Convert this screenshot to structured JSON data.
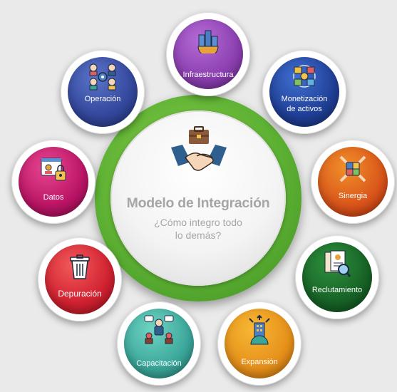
{
  "center": {
    "title": "Modelo de Integración",
    "subtitle_line1": "¿Cómo integro todo",
    "subtitle_line2": "lo demás?",
    "icon": "handshake-briefcase-icon",
    "ring_color": "#5db133"
  },
  "nodes": [
    {
      "id": "infraestructura",
      "label": "Infraestructura",
      "icon": "city-gear-icon",
      "color": "#8b3fb0"
    },
    {
      "id": "monetizacion",
      "label_line1": "Monetización",
      "label_line2": "de activos",
      "icon": "assets-money-icon",
      "color": "#1f3f96"
    },
    {
      "id": "sinergia",
      "label": "Sinergia",
      "icon": "puzzle-hands-icon",
      "color": "#d9541a"
    },
    {
      "id": "reclutamiento",
      "label": "Reclutamiento",
      "icon": "resume-magnifier-icon",
      "color": "#176326"
    },
    {
      "id": "expansion",
      "label": "Expansión",
      "icon": "building-globe-icon",
      "color": "#e6901a"
    },
    {
      "id": "capacitacion",
      "label": "Capacitación",
      "icon": "presenter-audience-icon",
      "color": "#3aa69a"
    },
    {
      "id": "depuracion",
      "label": "Depuración",
      "icon": "trash-bin-icon",
      "color": "#d02030"
    },
    {
      "id": "datos",
      "label": "Datos",
      "icon": "id-card-lock-icon",
      "color": "#bb1466"
    },
    {
      "id": "operacion",
      "label": "Operación",
      "icon": "team-gear-icon",
      "color": "#33479c"
    }
  ]
}
